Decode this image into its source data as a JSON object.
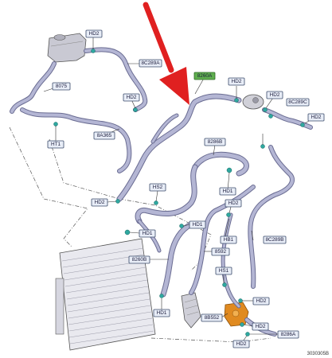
{
  "labels": {
    "hd2_top": "HD2",
    "l8c289a": "8C289A",
    "l8075": "8075",
    "hd2_left": "HD2",
    "ht1": "HT1",
    "l8a365": "8A365",
    "l8260a": "8260A",
    "hd2_mid": "HD2",
    "hd2_right": "HD2",
    "l8c289c": "8C289C",
    "hd2_far": "HD2",
    "l8286b": "8286B",
    "hd1_a": "HD1",
    "hs2": "HS2",
    "hd2_b": "HD2",
    "hd1_b": "HD1",
    "hd1_c": "HD1",
    "hd2_c": "HD2",
    "hb1": "HB1",
    "l8592": "8592",
    "l8c289b": "8C289B",
    "l8260b": "8260B",
    "hs1": "HS1",
    "hd2_d": "HD2",
    "hd1_d": "HD1",
    "l8b552": "8B552",
    "hd2_e": "HD2",
    "l8286a": "8286A",
    "hd2_f": "HD2"
  },
  "caption": "3030305B",
  "colors": {
    "arrow": "#e02020",
    "hose": "#b4b6d4",
    "clip": "#2fa8a0",
    "pump": "#e08a20",
    "highlight_label": "#5fae4f"
  }
}
